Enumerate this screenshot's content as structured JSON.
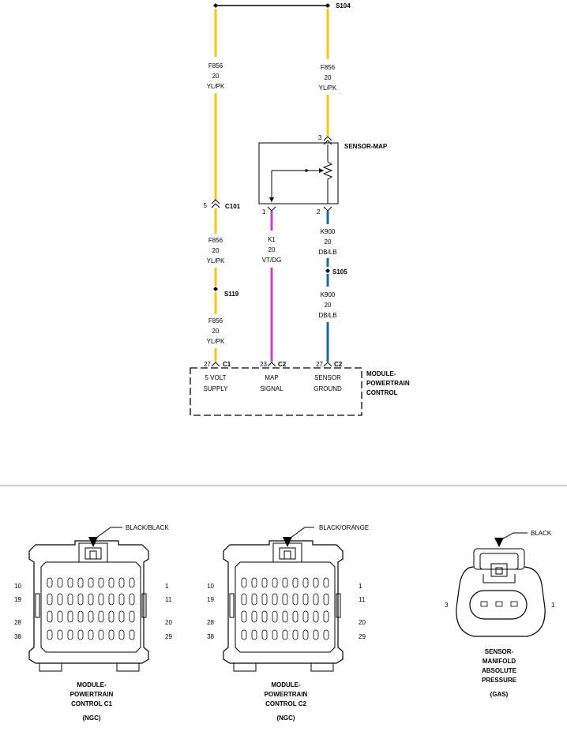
{
  "colors": {
    "yellow": "#f5c518",
    "magenta": "#c840c8",
    "blue": "#1a6a9a",
    "black": "#000000"
  },
  "splices": {
    "s104": "S104",
    "s105": "S105",
    "s119": "S119",
    "c101": "C101"
  },
  "wires": {
    "f856_top_left": {
      "circuit": "F856",
      "gauge": "20",
      "color": "YL/PK"
    },
    "f856_top_right": {
      "circuit": "F856",
      "gauge": "20",
      "color": "YL/PK"
    },
    "f856_mid": {
      "circuit": "F856",
      "gauge": "20",
      "color": "YL/PK"
    },
    "f856_low": {
      "circuit": "F856",
      "gauge": "20",
      "color": "YL/PK"
    },
    "k1": {
      "circuit": "K1",
      "gauge": "20",
      "color": "VT/DG"
    },
    "k900_upper": {
      "circuit": "K900",
      "gauge": "20",
      "color": "DB/LB"
    },
    "k900_lower": {
      "circuit": "K900",
      "gauge": "20",
      "color": "DB/LB"
    }
  },
  "sensor_map": {
    "label": "SENSOR-MAP",
    "pin_top": "3",
    "pin_left": "1",
    "pin_right": "2"
  },
  "c101_pin": "5",
  "pcm": {
    "label_line1": "MODULE-",
    "label_line2": "POWERTRAIN",
    "label_line3": "CONTROL",
    "pins": [
      {
        "pin": "27",
        "conn": "C1",
        "line1": "5 VOLT",
        "line2": "SUPPLY"
      },
      {
        "pin": "23",
        "conn": "C2",
        "line1": "MAP",
        "line2": "SIGNAL"
      },
      {
        "pin": "27",
        "conn": "C2",
        "line1": "SENSOR",
        "line2": "GROUND"
      }
    ]
  },
  "connector_views": [
    {
      "color_label": "BLACK/BLACK",
      "pin_labels": {
        "tl1": "10",
        "tl2": "19",
        "tl3": "28",
        "tl4": "38",
        "tr1": "1",
        "tr2": "11",
        "tr3": "20",
        "tr4": "29"
      },
      "caption1": "MODULE-",
      "caption2": "POWERTRAIN",
      "caption3": "CONTROL C1",
      "caption4": "(NGC)"
    },
    {
      "color_label": "BLACK/ORANGE",
      "pin_labels": {
        "tl1": "10",
        "tl2": "19",
        "tl3": "28",
        "tl4": "38",
        "tr1": "1",
        "tr2": "11",
        "tr3": "20",
        "tr4": "29"
      },
      "caption1": "MODULE-",
      "caption2": "POWERTRAIN",
      "caption3": "CONTROL C2",
      "caption4": "(NGC)"
    },
    {
      "color_label": "BLACK",
      "pin_left": "3",
      "pin_right": "1",
      "caption1": "SENSOR-",
      "caption2": "MANIFOLD",
      "caption3": "ABSOLUTE",
      "caption4": "PRESSURE",
      "caption5": "(GAS)"
    }
  ]
}
